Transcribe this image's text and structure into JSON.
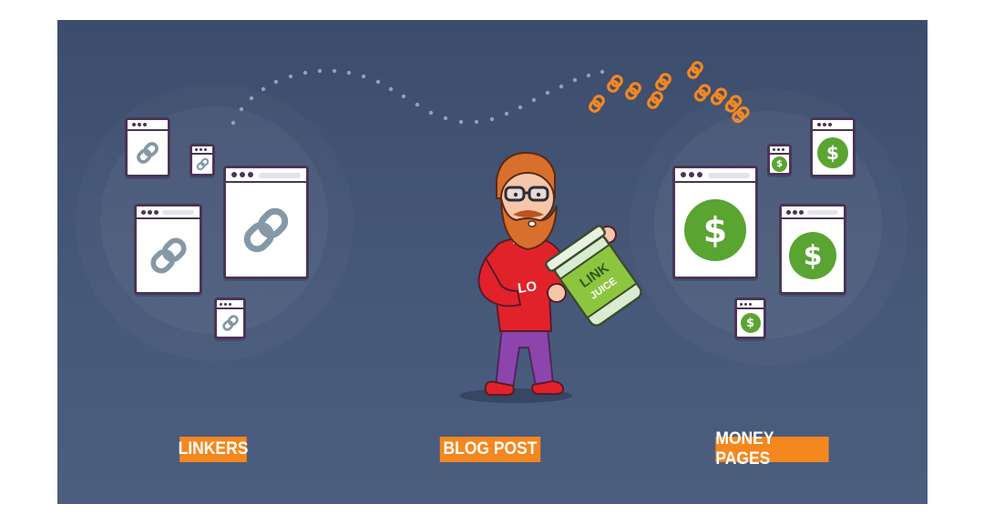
{
  "labels": {
    "linkers": "LINKERS",
    "blog_post": "BLOG POST",
    "money_pages": "MONEY PAGES"
  },
  "jar": {
    "line1": "LINK",
    "line2": "JUICE"
  },
  "shirt_text": "LO",
  "icons": {
    "linker_pages": "chain-link-icon",
    "money_pages": "dollar-icon",
    "flowing_links": "chain-link-icon"
  },
  "money_symbol": "$",
  "colors": {
    "background": "#44567a",
    "label_bg": "#f5871f",
    "link_icon": "#8598a6",
    "money": "#5aa432",
    "chain_orange": "#f5871f",
    "jar_green": "#8cc63f",
    "shirt": "#e2222a",
    "pants": "#8e44ad",
    "beard": "#d86f2c"
  }
}
